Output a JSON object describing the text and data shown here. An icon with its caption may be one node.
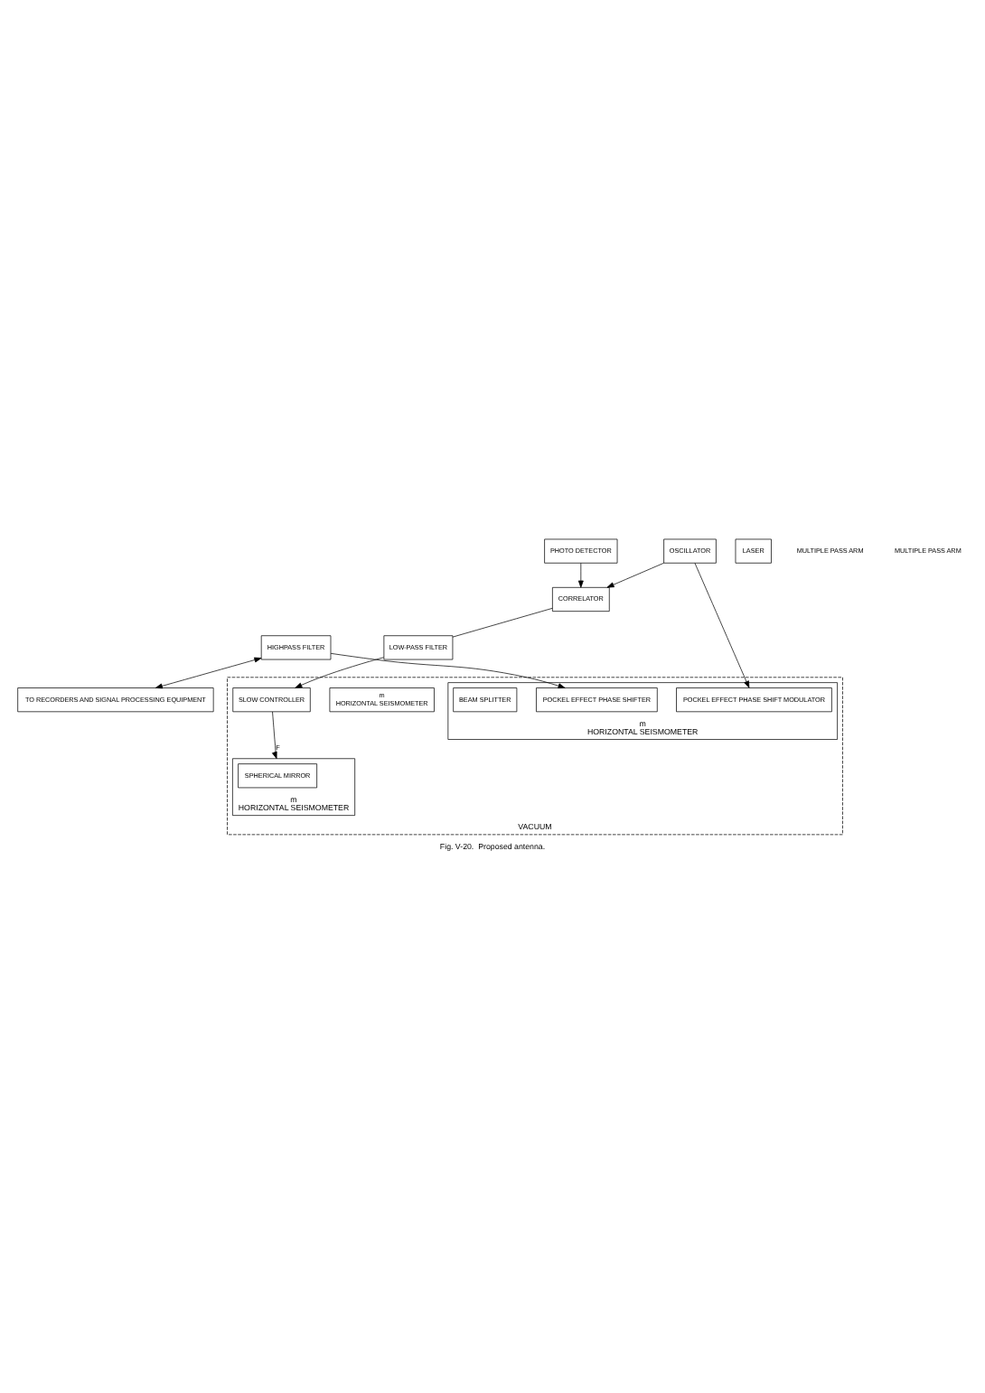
{
  "diagram": {
    "caption": "Fig. V-20.  Proposed antenna.",
    "nodes": [
      {
        "text": [
          "VACUUM"
        ]
      },
      {
        "text": [
          "m",
          "HORIZONTAL SEISMOMETER"
        ],
        "in": 0
      },
      {
        "text": [
          "m"
        ],
        "in": 0,
        "beside": [
          "HORIZONTAL SEISMOMETER"
        ]
      },
      {
        "text": [
          "SLOW CONTROLLER"
        ],
        "in": 0
      },
      {
        "text": [
          "m"
        ],
        "in": 0,
        "beside": [
          "HORIZONTAL SEISMOMETER"
        ]
      },
      {
        "text": [
          "POCKEL EFFECT PHASE SHIFTER"
        ],
        "in": 4
      },
      {
        "text": [
          "POCKEL EFFECT PHASE SHIFT MODULATOR"
        ],
        "in": 4
      },
      {
        "text": [
          "BEAM SPLITTER"
        ],
        "in": 4
      },
      {
        "text": [
          "SPHERICAL MIRROR"
        ],
        "in": 2
      },
      {
        "text": [
          "LASER"
        ]
      },
      {
        "text": [
          "HIGHPASS FILTER"
        ]
      },
      {
        "text": [
          "LOW-PASS FILTER"
        ]
      },
      {
        "text": [
          "CORRELATOR"
        ]
      },
      {
        "text": [
          "PHOTO DETECTOR"
        ]
      },
      {
        "text": [
          "OSCILLATOR"
        ]
      },
      {
        "text": [
          "TO RECORDERS AND SIGNAL PROCESSING EQUIPMENT"
        ]
      }
    ],
    "edges": [
      {
        "from": 3,
        "to": 2,
        "arrow": "to",
        "label": "F"
      },
      {
        "from": 11,
        "to": 3,
        "arrow": "to"
      },
      {
        "from": 12,
        "to": 11,
        "arrow": "none"
      },
      {
        "from": 13,
        "to": 12,
        "arrow": "to"
      },
      {
        "from": 10,
        "to": 15,
        "arrow": "both"
      },
      {
        "from": 10,
        "to": 5,
        "arrow": "to"
      },
      {
        "from": 14,
        "to": 6,
        "arrow": "to"
      },
      {
        "from": 14,
        "to": 12,
        "arrow": "to"
      }
    ],
    "labels": [
      "MULTIPLE PASS ARM",
      "MULTIPLE PASS ARM"
    ]
  }
}
